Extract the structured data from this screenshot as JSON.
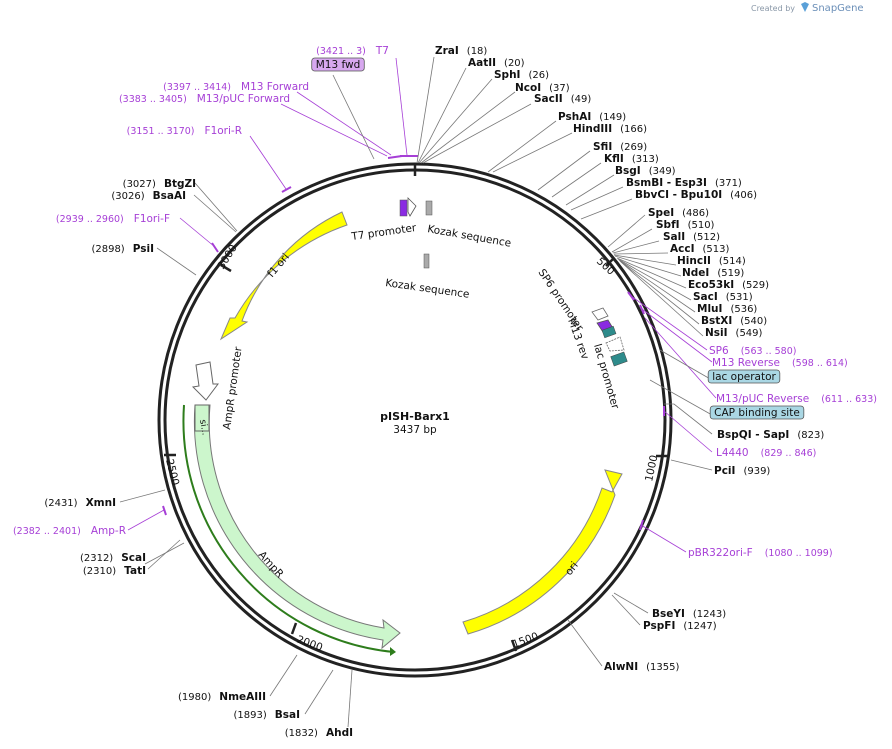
{
  "header": {
    "created_by": "Created by",
    "brand": "SnapGene"
  },
  "plasmid": {
    "name": "pISH-Barx1",
    "length": "3437 bp"
  },
  "ticks": [
    "500",
    "1000",
    "1500",
    "2000",
    "2500",
    "3000"
  ],
  "features": {
    "t7_promoter": "T7 promoter",
    "kozak_1": "Kozak sequence",
    "kozak_2": "Kozak sequence",
    "f1_ori": "f1 ori",
    "ampr_promoter": "AmpR promoter",
    "ampr": "AmpR",
    "ori": "ori",
    "sp6_promoter": "SP6 promoter",
    "m13_rev": "M13 rev",
    "lac_promoter": "lac promoter",
    "si": "si..."
  },
  "enzymes": [
    {
      "name": "ZraI",
      "pos": "(18)"
    },
    {
      "name": "AatII",
      "pos": "(20)"
    },
    {
      "name": "SphI",
      "pos": "(26)"
    },
    {
      "name": "NcoI",
      "pos": "(37)"
    },
    {
      "name": "SacII",
      "pos": "(49)"
    },
    {
      "name": "PshAI",
      "pos": "(149)"
    },
    {
      "name": "HindIII",
      "pos": "(166)"
    },
    {
      "name": "SfiI",
      "pos": "(269)"
    },
    {
      "name": "KflI",
      "pos": "(313)"
    },
    {
      "name": "BsgI",
      "pos": "(349)"
    },
    {
      "name": "BsmBI - Esp3I",
      "pos": "(371)"
    },
    {
      "name": "BbvCI - Bpu10I",
      "pos": "(406)"
    },
    {
      "name": "SpeI",
      "pos": "(486)"
    },
    {
      "name": "SbfI",
      "pos": "(510)"
    },
    {
      "name": "SalI",
      "pos": "(512)"
    },
    {
      "name": "AccI",
      "pos": "(513)"
    },
    {
      "name": "HincII",
      "pos": "(514)"
    },
    {
      "name": "NdeI",
      "pos": "(519)"
    },
    {
      "name": "Eco53kI",
      "pos": "(529)"
    },
    {
      "name": "SacI",
      "pos": "(531)"
    },
    {
      "name": "MluI",
      "pos": "(536)"
    },
    {
      "name": "BstXI",
      "pos": "(540)"
    },
    {
      "name": "NsiI",
      "pos": "(549)"
    },
    {
      "name": "BspQI - SapI",
      "pos": "(823)"
    },
    {
      "name": "PciI",
      "pos": "(939)"
    },
    {
      "name": "BseYI",
      "pos": "(1243)"
    },
    {
      "name": "PspFI",
      "pos": "(1247)"
    },
    {
      "name": "AlwNI",
      "pos": "(1355)"
    },
    {
      "name": "AhdI",
      "pos": "(1832)"
    },
    {
      "name": "BsaI",
      "pos": "(1893)"
    },
    {
      "name": "NmeAIII",
      "pos": "(1980)"
    },
    {
      "name": "TatI",
      "pos": "(2310)"
    },
    {
      "name": "ScaI",
      "pos": "(2312)"
    },
    {
      "name": "XmnI",
      "pos": "(2431)"
    },
    {
      "name": "PsiI",
      "pos": "(2898)"
    },
    {
      "name": "BsaAI",
      "pos": "(3026)"
    },
    {
      "name": "BtgZI",
      "pos": "(3027)"
    }
  ],
  "primers": [
    {
      "name": "T7",
      "pos": "(3421 .. 3)"
    },
    {
      "name": "M13 fwd",
      "pos": ""
    },
    {
      "name": "M13 Forward",
      "pos": "(3397 .. 3414)"
    },
    {
      "name": "M13/pUC Forward",
      "pos": "(3383 .. 3405)"
    },
    {
      "name": "F1ori-R",
      "pos": "(3151 .. 3170)"
    },
    {
      "name": "F1ori-F",
      "pos": "(2939 .. 2960)"
    },
    {
      "name": "Amp-R",
      "pos": "(2382 .. 2401)"
    },
    {
      "name": "SP6",
      "pos": "(563 .. 580)"
    },
    {
      "name": "M13 Reverse",
      "pos": "(598 .. 614)"
    },
    {
      "name": "lac operator",
      "pos": ""
    },
    {
      "name": "M13/pUC Reverse",
      "pos": "(611 .. 633)"
    },
    {
      "name": "CAP binding site",
      "pos": ""
    },
    {
      "name": "L4440",
      "pos": "(829 .. 846)"
    },
    {
      "name": "pBR322ori-F",
      "pos": "(1080 .. 1099)"
    }
  ]
}
